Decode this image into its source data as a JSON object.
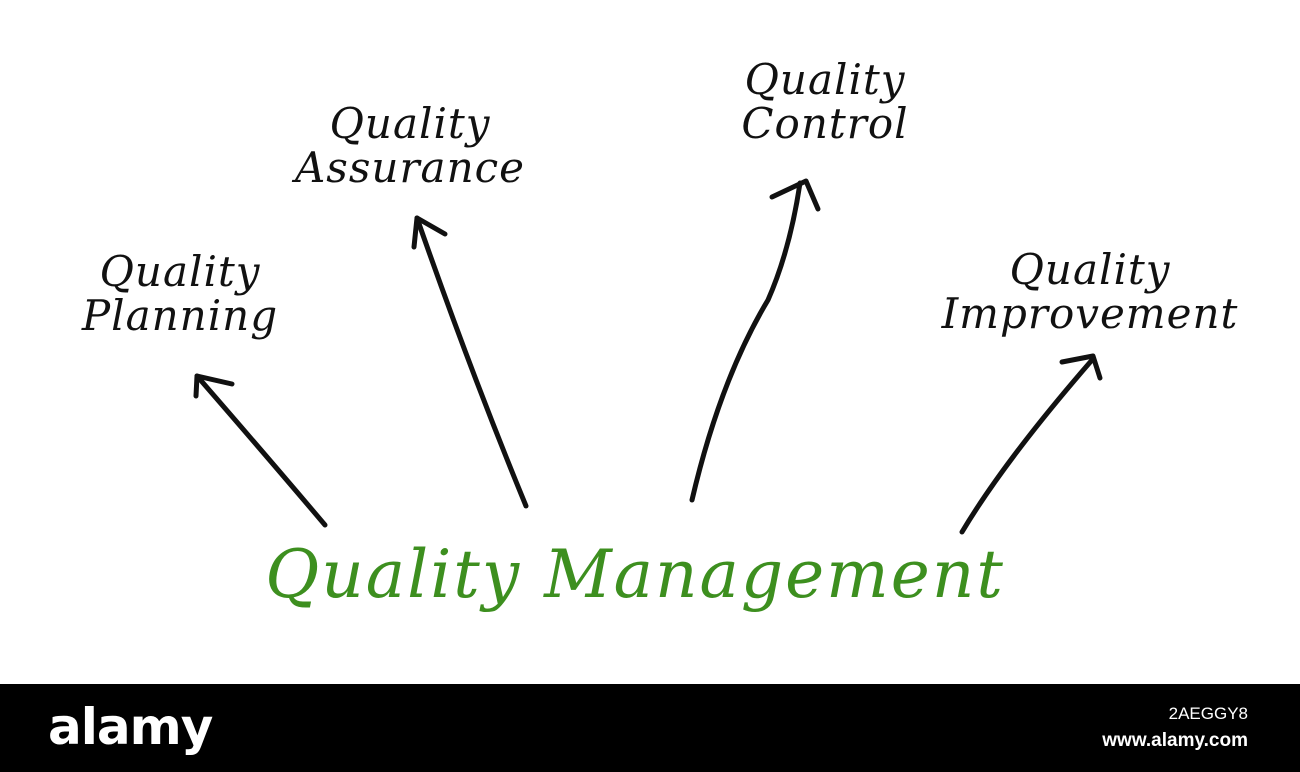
{
  "diagram": {
    "central": {
      "label": "Quality Management",
      "color": "#3d8f1f"
    },
    "nodes": [
      {
        "id": "planning",
        "line1": "Quality",
        "line2": "Planning"
      },
      {
        "id": "assurance",
        "line1": "Quality",
        "line2": "Assurance"
      },
      {
        "id": "control",
        "line1": "Quality",
        "line2": "Control"
      },
      {
        "id": "improvement",
        "line1": "Quality",
        "line2": "Improvement"
      }
    ],
    "arrow_color": "#111111"
  },
  "footer": {
    "logo": "alamy",
    "image_id": "2AEGGY8",
    "url": "www.alamy.com",
    "background": "#000000"
  }
}
